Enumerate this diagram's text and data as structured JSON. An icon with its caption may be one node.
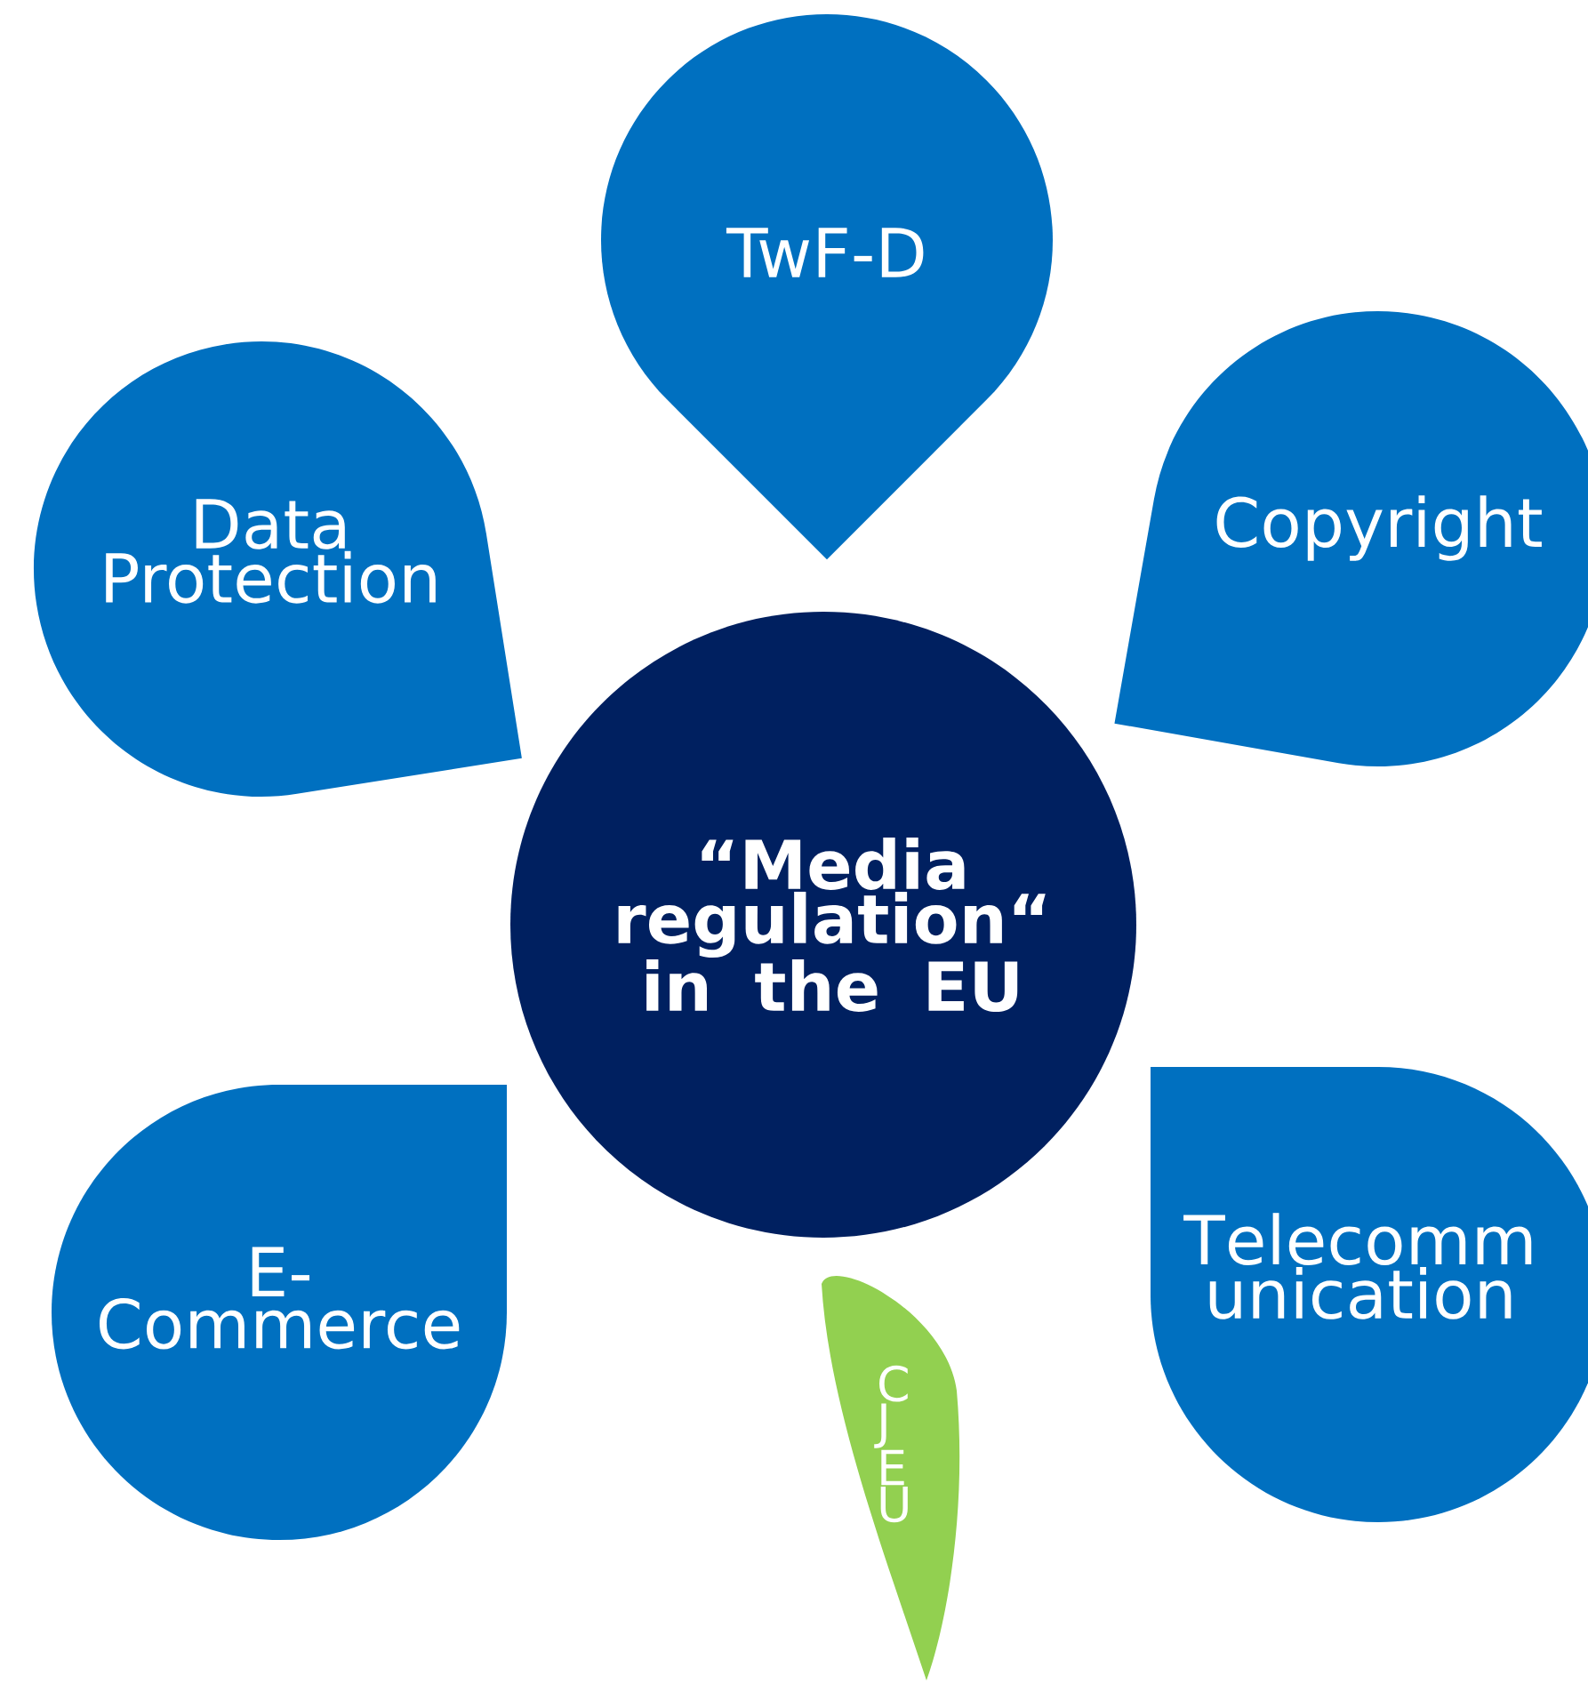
{
  "diagram": {
    "nodes": [
      {
        "text": [
          "TwF-D"
        ]
      },
      {
        "text": [
          "Data Protection"
        ]
      },
      {
        "text": [
          "Copyright"
        ]
      },
      {
        "text": [
          "“Media regulation“ in the EU"
        ]
      },
      {
        "text": [
          "E-Commerce"
        ]
      },
      {
        "text": [
          "Telecommunication"
        ]
      },
      {
        "text": [
          "CJEU"
        ]
      }
    ]
  }
}
